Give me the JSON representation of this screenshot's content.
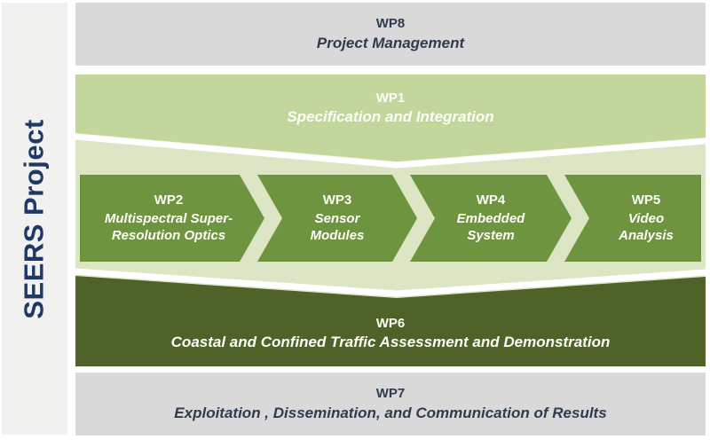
{
  "sidebar": {
    "title": "SEERS Project"
  },
  "bands": {
    "wp8": {
      "code": "WP8",
      "title": "Project Management"
    },
    "wp1": {
      "code": "WP1",
      "title": "Specification and Integration"
    },
    "wp6": {
      "code": "WP6",
      "title": "Coastal and Confined Traffic Assessment and Demonstration"
    },
    "wp7": {
      "code": "WP7",
      "title": "Exploitation , Dissemination, and Communication of Results"
    }
  },
  "chevrons": [
    {
      "code": "WP2",
      "line1": "Multispectral Super-",
      "line2": "Resolution Optics"
    },
    {
      "code": "WP3",
      "line1": "Sensor",
      "line2": "Modules"
    },
    {
      "code": "WP4",
      "line1": "Embedded",
      "line2": "System"
    },
    {
      "code": "WP5",
      "line1": "Video",
      "line2": "Analysis"
    }
  ],
  "colors": {
    "sidebar_bg": "#f1f1ef",
    "sidebar_text": "#1f3864",
    "band_gray": "#d9d9d9",
    "band_gray_text": "#2f3b4e",
    "wp1_green": "#c3d69b",
    "pale_green": "#dce6c5",
    "chevron_green": "#6f9440",
    "wp6_dark_green": "#4f6228",
    "divider_white": "#ffffff",
    "light_text": "#fdfef8"
  }
}
